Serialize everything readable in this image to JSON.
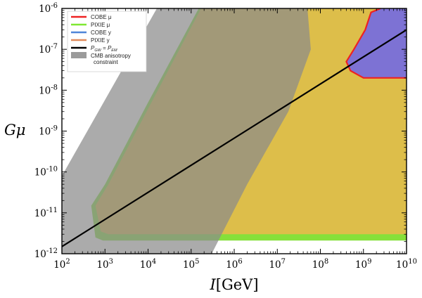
{
  "chart_data": {
    "type": "area",
    "xlabel": "I[GeV]",
    "ylabel": "Gμ",
    "x_scale": "log",
    "y_scale": "log",
    "xlim": [
      100.0,
      10000000000.0
    ],
    "ylim": [
      1e-12,
      1e-06
    ],
    "x_ticks": [
      {
        "value": 100.0,
        "base": "10",
        "exp": "2"
      },
      {
        "value": 1000.0,
        "base": "10",
        "exp": "3"
      },
      {
        "value": 10000.0,
        "base": "10",
        "exp": "4"
      },
      {
        "value": 100000.0,
        "base": "10",
        "exp": "5"
      },
      {
        "value": 1000000.0,
        "base": "10",
        "exp": "6"
      },
      {
        "value": 10000000.0,
        "base": "10",
        "exp": "7"
      },
      {
        "value": 100000000.0,
        "base": "10",
        "exp": "8"
      },
      {
        "value": 1000000000.0,
        "base": "10",
        "exp": "9"
      },
      {
        "value": 10000000000.0,
        "base": "10",
        "exp": "10"
      }
    ],
    "y_ticks": [
      {
        "value": 1e-12,
        "base": "10",
        "exp": "-12"
      },
      {
        "value": 1e-11,
        "base": "10",
        "exp": "-11"
      },
      {
        "value": 1e-10,
        "base": "10",
        "exp": "-10"
      },
      {
        "value": 1e-09,
        "base": "10",
        "exp": "-9"
      },
      {
        "value": 1e-08,
        "base": "10",
        "exp": "-8"
      },
      {
        "value": 1e-07,
        "base": "10",
        "exp": "-7"
      },
      {
        "value": 1e-06,
        "base": "10",
        "exp": "-6"
      }
    ],
    "legend_position": "top-left",
    "legend": [
      {
        "label": "COBE μ",
        "color": "#ee2222",
        "style": "line"
      },
      {
        "label": "PIXIE μ",
        "color": "#7fe832",
        "style": "line"
      },
      {
        "label": "COBE y",
        "color": "#4f86d8",
        "style": "line"
      },
      {
        "label": "PIXIE y",
        "color": "#e08a5a",
        "style": "line"
      },
      {
        "label": "P_GW = P_EM",
        "color": "#000000",
        "style": "line"
      },
      {
        "label": "CMB anisotropy constraint",
        "color": "#9b9b9b",
        "style": "patch"
      }
    ],
    "series": [
      {
        "name": "PIXIE μ",
        "kind": "region",
        "fill": "#86e03a",
        "outline": [
          [
            150000.0,
            1e-06
          ],
          [
            10000.0,
            5e-09
          ],
          [
            1000.0,
            5e-11
          ],
          [
            480,
            1.5e-11
          ],
          [
            600,
            2.5e-12
          ],
          [
            900,
            2.1e-12
          ],
          [
            10000000000.0,
            2.1e-12
          ],
          [
            10000000000.0,
            1e-06
          ]
        ]
      },
      {
        "name": "PIXIE y",
        "kind": "region",
        "fill": "#ddbe4a",
        "outline": [
          [
            170000.0,
            1e-06
          ],
          [
            12000.0,
            5e-09
          ],
          [
            1200.0,
            5e-11
          ],
          [
            600,
            1.5e-11
          ],
          [
            800,
            3.5e-12
          ],
          [
            1200,
            3e-12
          ],
          [
            10000000000.0,
            3e-12
          ],
          [
            10000000000.0,
            1e-06
          ]
        ]
      },
      {
        "name": "COBE y",
        "kind": "region",
        "fill": "#7d72d4",
        "outline": [
          [
            2500000000.0,
            1e-06
          ],
          [
            1500000000.0,
            8e-07
          ],
          [
            1100000000.0,
            3e-07
          ],
          [
            600000000.0,
            1e-07
          ],
          [
            400000000.0,
            5e-08
          ],
          [
            500000000.0,
            3e-08
          ],
          [
            1000000000.0,
            2e-08
          ],
          [
            10000000000.0,
            2e-08
          ],
          [
            10000000000.0,
            1e-06
          ]
        ]
      },
      {
        "name": "COBE μ",
        "kind": "boundary",
        "color": "#ee2222",
        "points": [
          [
            2500000000.0,
            1e-06
          ],
          [
            1500000000.0,
            8e-07
          ],
          [
            1100000000.0,
            3e-07
          ],
          [
            600000000.0,
            1e-07
          ],
          [
            400000000.0,
            5e-08
          ],
          [
            500000000.0,
            3e-08
          ],
          [
            1000000000.0,
            2e-08
          ],
          [
            10000000000.0,
            2e-08
          ]
        ]
      },
      {
        "name": "CMB anisotropy constraint",
        "kind": "region",
        "fill": "#8a8a8a",
        "opacity": 0.72,
        "outline": [
          [
            100.0,
            8e-11
          ],
          [
            16000.0,
            1e-06
          ],
          [
            50000000.0,
            1e-06
          ],
          [
            60000000.0,
            1e-07
          ],
          [
            18000000.0,
            3e-09
          ],
          [
            2000000.0,
            5e-11
          ],
          [
            300000.0,
            1e-12
          ],
          [
            100.0,
            1e-12
          ]
        ]
      },
      {
        "name": "P_GW = P_EM",
        "kind": "line",
        "color": "#000000",
        "points": [
          [
            100.0,
            1.5e-12
          ],
          [
            10000000000.0,
            3e-07
          ]
        ]
      }
    ]
  }
}
